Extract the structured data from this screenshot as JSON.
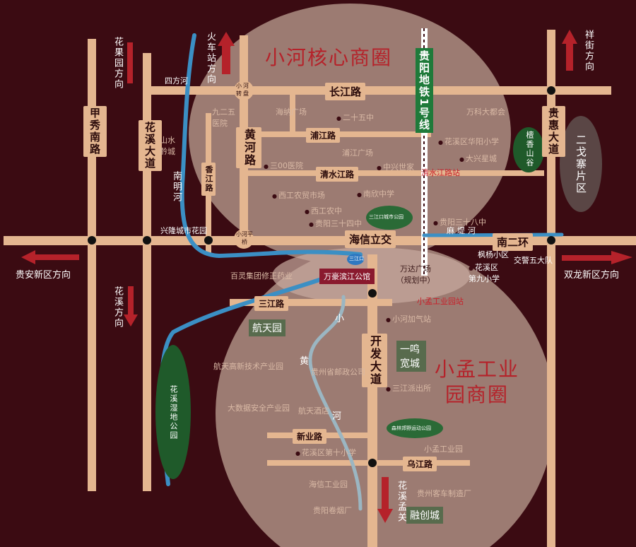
{
  "districts": {
    "north": "小河核心商圈",
    "south_line1": "小孟工业",
    "south_line2": "园商圈",
    "east": "二戈寨片区"
  },
  "metro": {
    "name": "贵阳地铁1号线",
    "station1": "清水江路站",
    "station2": "小孟工业园站"
  },
  "interchange": "海信立交",
  "roads": {
    "changjiang": "长江路",
    "nanerhuan": "南二环",
    "pujiang": "浦江路",
    "qingshuijiang": "清水江路",
    "sanjiang": "三江路",
    "xinye": "新业路",
    "wujiang": "乌江路",
    "jiaxiu": "甲秀南路",
    "huaxi": "花溪大道",
    "huanghe": "黄河路",
    "xiangjiang": "香江路",
    "kaifa": "开发大道",
    "guihui": "贵惠大道"
  },
  "junctions": {
    "xiaohe_zhuanpan": "小河转盘",
    "xiaohe_pingqiao": "小河平桥"
  },
  "rivers": {
    "nanming": "南明河",
    "mati": "麻堤河",
    "xiaohuang": [
      "小",
      "黄",
      "河"
    ]
  },
  "directions": {
    "guian": "贵安新区方向",
    "shuanglong": "双龙新区方向",
    "huoche": "火车站方向",
    "huaxi": "花溪方向",
    "huaxi_mengguan": "花溪孟关",
    "sifanghe": "四方河",
    "zhenhua": "花果园方向",
    "xiangjie": "祥街方向"
  },
  "project": {
    "name": "万豪滨江公馆",
    "badge": "三江口"
  },
  "parks": {
    "sanjiangkou": "三江口城市公园",
    "senlin": "森林郊野运动公园",
    "huaxi_wetland": "花溪湿地公园",
    "tanxiang": "檀香山谷"
  },
  "landmarks": {
    "hangtianyuan": "航天园",
    "yiming": "一鸣宽城",
    "rongchuang": "融创城"
  },
  "pois": [
    "四方河",
    "九二五医院",
    "海纳广场",
    "二十五中",
    "万科大都会",
    "浦江广场",
    "三00医院",
    "中兴世家",
    "花溪区华阳小学",
    "大兴星城",
    "西工农贸市场",
    "南欣中学",
    "西工农中",
    "贵阳三十四中",
    "贵阳三十八中",
    "兴隆城市花园",
    "枫杨小区",
    "花溪区第九小学",
    "交警五大队",
    "百灵集团修正药业",
    "万达广场（规划中）",
    "小河加气站",
    "航天高新技术产业园",
    "贵州省邮政公司",
    "三江派出所",
    "大数据安全产业园",
    "航天酒店",
    "小孟工业园",
    "花溪区第十小学",
    "海信工业园",
    "贵州客车制造厂",
    "贵阳卷烟厂",
    "山水黔城"
  ],
  "colors": {
    "background": "#3b0b12",
    "road": "#e4b690",
    "circle": "#9c7b72",
    "river": "#3b8fc4",
    "accent": "#b5222a",
    "metro": "#1f7a3a"
  }
}
